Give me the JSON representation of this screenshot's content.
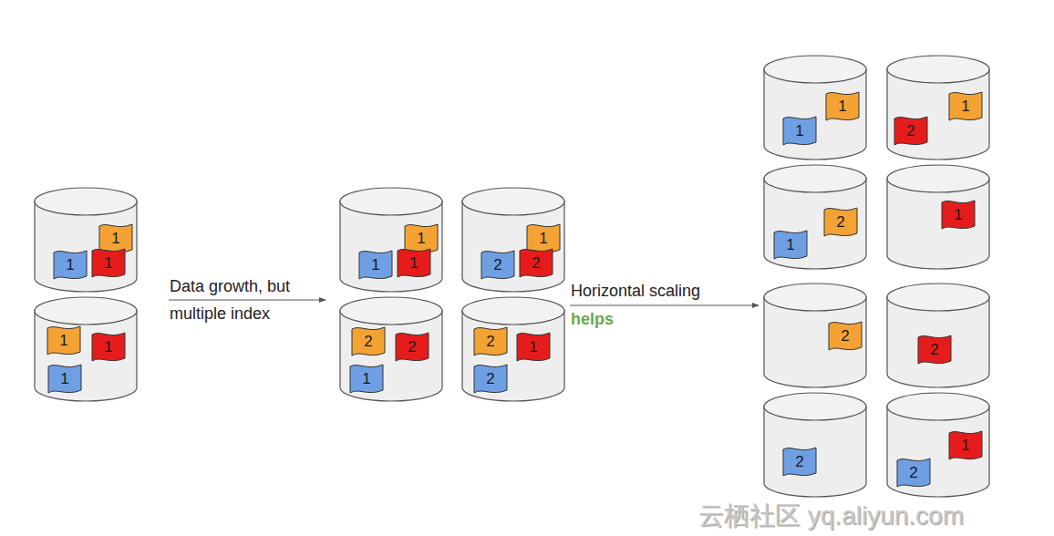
{
  "diagram": {
    "nodes": [
      {
        "text": []
      },
      {
        "text": [
          "1"
        ],
        "in": 0
      },
      {
        "text": [
          "1"
        ],
        "in": 0
      },
      {
        "text": [
          "1"
        ],
        "in": 0
      },
      {
        "text": []
      },
      {
        "text": [
          "1"
        ],
        "in": 4
      },
      {
        "text": [
          "1"
        ],
        "in": 4
      },
      {
        "text": [
          "1"
        ],
        "in": 4
      },
      {
        "text": []
      },
      {
        "text": [
          "1"
        ],
        "in": 8
      },
      {
        "text": [
          "1"
        ],
        "in": 8
      },
      {
        "text": [
          "1"
        ],
        "in": 8
      },
      {
        "text": []
      },
      {
        "text": [
          "1"
        ],
        "in": 12
      },
      {
        "text": [
          "2"
        ],
        "in": 12
      },
      {
        "text": [
          "2"
        ],
        "in": 12
      },
      {
        "text": []
      },
      {
        "text": [
          "2"
        ],
        "in": 16
      },
      {
        "text": [
          "2"
        ],
        "in": 16
      },
      {
        "text": [
          "1"
        ],
        "in": 16
      },
      {
        "text": []
      },
      {
        "text": [
          "2"
        ],
        "in": 20
      },
      {
        "text": [
          "1"
        ],
        "in": 20
      },
      {
        "text": [
          "2"
        ],
        "in": 20
      },
      {
        "text": []
      },
      {
        "text": [
          "1"
        ],
        "in": 24
      },
      {
        "text": [
          "1"
        ],
        "in": 24
      },
      {
        "text": []
      },
      {
        "text": [
          "1"
        ],
        "in": 27
      },
      {
        "text": [
          "2"
        ],
        "in": 27
      },
      {
        "text": []
      },
      {
        "text": [
          "2"
        ],
        "in": 30
      },
      {
        "text": [
          "1"
        ],
        "in": 30
      },
      {
        "text": []
      },
      {
        "text": [
          "1"
        ],
        "in": 33
      },
      {
        "text": []
      },
      {
        "text": [
          "2"
        ],
        "in": 35
      },
      {
        "text": []
      },
      {
        "text": [
          "2"
        ],
        "in": 37
      },
      {
        "text": []
      },
      {
        "text": [
          "2"
        ],
        "in": 39
      },
      {
        "text": []
      },
      {
        "text": [
          "1"
        ],
        "in": 41
      },
      {
        "text": [
          "2"
        ],
        "in": 41
      }
    ],
    "labels": [
      "Data growth, but",
      "multiple index",
      "Horizontal scaling",
      "helps",
      "云栖社区 yq.aliyun.com"
    ]
  }
}
